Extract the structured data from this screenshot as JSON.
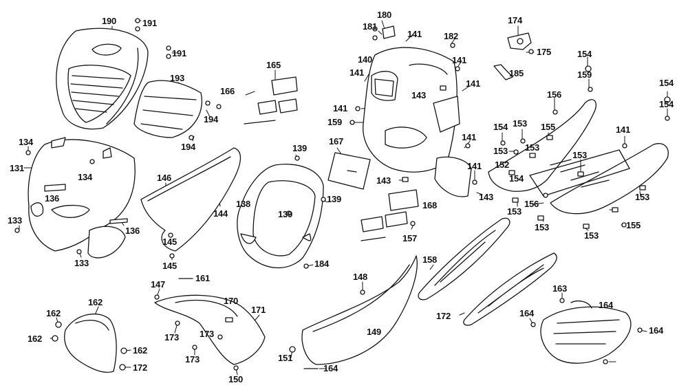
{
  "diagram": {
    "callouts": [
      "190",
      "191",
      "191",
      "193",
      "194",
      "194",
      "180",
      "181",
      "141",
      "182",
      "174",
      "175",
      "140",
      "141",
      "185",
      "141",
      "143",
      "141",
      "141",
      "159",
      "154",
      "159",
      "154",
      "154",
      "156",
      "154",
      "153",
      "155",
      "153",
      "153",
      "152",
      "153",
      "154",
      "141",
      "141",
      "141",
      "143",
      "143",
      "153",
      "156",
      "153",
      "155",
      "153",
      "153",
      "165",
      "166",
      "134",
      "131",
      "134",
      "136",
      "133",
      "136",
      "133",
      "146",
      "144",
      "145",
      "145",
      "139",
      "138",
      "139",
      "139",
      "184",
      "167",
      "168",
      "157",
      "158",
      "172",
      "147",
      "161",
      "162",
      "162",
      "162",
      "162",
      "172",
      "170",
      "171",
      "173",
      "173",
      "173",
      "150",
      "148",
      "149",
      "151",
      "164",
      "163",
      "164",
      "164",
      "164"
    ]
  }
}
